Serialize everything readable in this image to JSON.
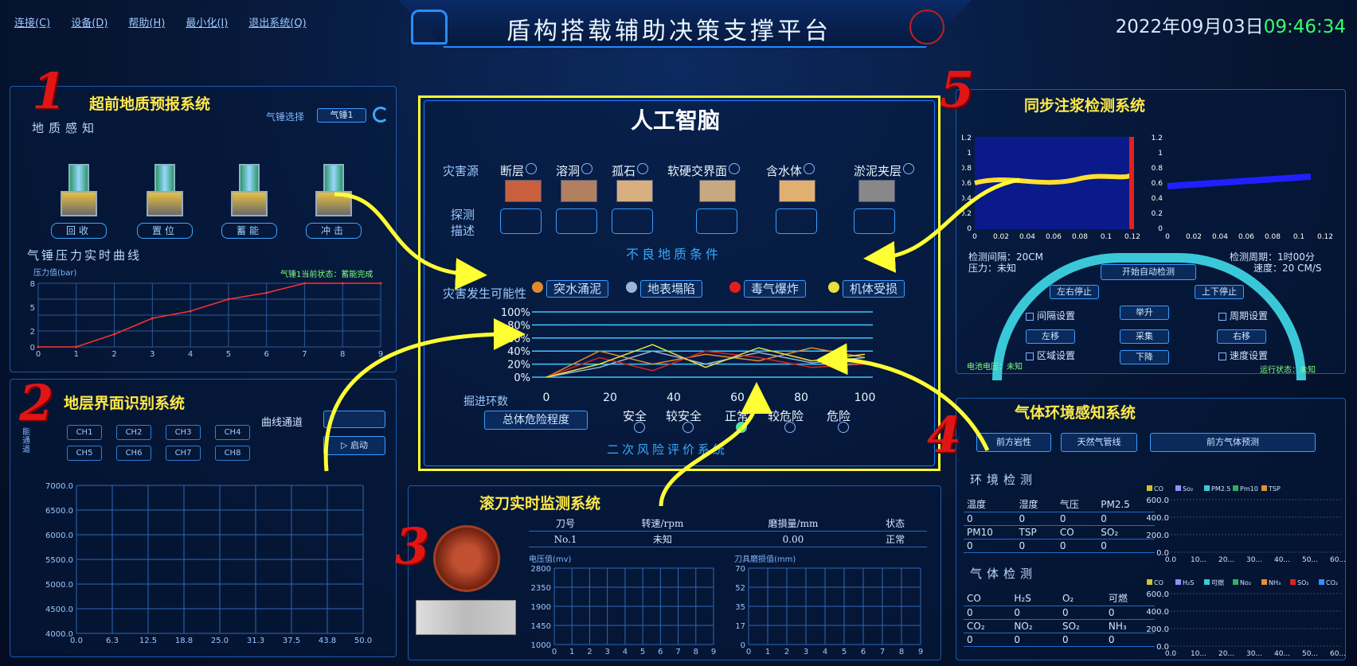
{
  "menu": [
    "连接(C)",
    "设备(D)",
    "帮助(H)",
    "最小化(I)",
    "退出系统(Q)"
  ],
  "title": "盾构搭载辅助决策支撑平台",
  "clock": {
    "date": "2022年09月03日",
    "time": "09:46:34"
  },
  "nums": [
    "1",
    "2",
    "3",
    "4",
    "5"
  ],
  "p1": {
    "title": "超前地质预报系统",
    "sub": "地质感知",
    "sel_label": "气锤选择",
    "sel_value": "气锤1",
    "hammers": [
      "回收",
      "置位",
      "蓄能",
      "冲击"
    ],
    "curve_title": "气锤压力实时曲线",
    "ylabel": "压力值(bar)",
    "status": "气锤1当前状态：蓄能完成"
  },
  "p2": {
    "title": "地层界面识别系统",
    "ch_label": "曲线通道",
    "start": "启动",
    "side": "能通道",
    "chs": [
      "CH1",
      "CH2",
      "CH3",
      "CH4",
      "CH5",
      "CH6",
      "CH7",
      "CH8"
    ]
  },
  "p3": {
    "title": "滚刀实时监测系统",
    "headers": [
      "刀号",
      "转速/rpm",
      "磨損量/mm",
      "状态"
    ],
    "row": [
      "No.1",
      "未知",
      "0.00",
      "正常"
    ],
    "lbl1": "电压值(mv)",
    "lbl2": "刀具磨损值(mm)"
  },
  "p4": {
    "title": "气体环境感知系统",
    "tabs": [
      "前方岩性",
      "天然气管线",
      "前方气体预测"
    ],
    "env": "环境检测",
    "gas": "气体检测",
    "t1h": [
      "温度",
      "湿度",
      "气压",
      "PM2.5"
    ],
    "t1v": [
      "0",
      "0",
      "0",
      "0"
    ],
    "t2h": [
      "PM10",
      "TSP",
      "CO",
      "SO₂"
    ],
    "t2v": [
      "0",
      "0",
      "0",
      "0"
    ],
    "t3h": [
      "CO",
      "H₂S",
      "O₂",
      "可燃"
    ],
    "t3v": [
      "0",
      "0",
      "0",
      "0"
    ],
    "t4h": [
      "CO₂",
      "NO₂",
      "SO₂",
      "NH₃"
    ],
    "t4v": [
      "0",
      "0",
      "0",
      "0"
    ],
    "leg1": [
      "CO",
      "So₂",
      "PM2.5",
      "Pm10",
      "TSP"
    ],
    "leg2": [
      "CO",
      "H₂S",
      "可燃",
      "No₂",
      "NH₃",
      "SO₂",
      "CO₂"
    ]
  },
  "p5": {
    "title": "同步注浆检测系统",
    "interval": "检测间隔：20CM",
    "pressure": "压力：未知",
    "period": "检测周期：1时00分",
    "speed": "速度：20 CM/S",
    "auto": "开始自动检测",
    "lr": "左右停止",
    "ud": "上下停止",
    "b_up": "举升",
    "b_left": "左移",
    "b_collect": "采集",
    "b_right": "右移",
    "b_down": "下降",
    "c1": "间隔设置",
    "c2": "周期设置",
    "c3": "区域设置",
    "c4": "速度设置",
    "voltage": "电池电压：未知",
    "run": "运行状态：未知"
  },
  "ai": {
    "title": "人工智脑",
    "src_label": "灾害源",
    "desc_label": "探测描述",
    "hazards": [
      "断层",
      "溶洞",
      "孤石",
      "软硬交界面",
      "含水体",
      "淤泥夹层"
    ],
    "cond": "不良地质条件",
    "poss": "灾害发生可能性",
    "legend": [
      "突水涌泥",
      "地表塌陷",
      "毒气爆炸",
      "机体受损"
    ],
    "xlabel": "掘进环数",
    "overall": "总体危险程度",
    "levels": [
      "安全",
      "较安全",
      "正常",
      "较危险",
      "危险"
    ],
    "eval": "二次风险评价系统",
    "yticks": [
      "100%",
      "80%",
      "60%",
      "40%",
      "20%",
      "0%"
    ],
    "xticks": [
      "0",
      "20",
      "40",
      "60",
      "80",
      "100"
    ]
  },
  "colors": {
    "yellow": "#ffff33",
    "red": "#e01515",
    "accent": "#1f8cff",
    "green": "#36ff6a"
  },
  "chart_data": [
    {
      "type": "line",
      "title": "气锤压力实时曲线",
      "ylabel": "压力值(bar)",
      "x": [
        0,
        1,
        2,
        3,
        4,
        5,
        6,
        7,
        8,
        9
      ],
      "values": [
        0,
        0,
        1.6,
        3.6,
        4.5,
        6,
        6.8,
        8,
        8,
        8
      ],
      "ylim": [
        0,
        8
      ],
      "yticks": [
        0,
        2,
        5,
        8
      ],
      "xticks": [
        0,
        1,
        2,
        3,
        4,
        5,
        6,
        7,
        8,
        9
      ]
    },
    {
      "type": "line",
      "yticks": [
        "7000.0",
        "6500.0",
        "6000.0",
        "5500.0",
        "5000.0",
        "4500.0",
        "4000.0"
      ],
      "xticks": [
        "0.0",
        "6.3",
        "12.5",
        "18.8",
        "25.0",
        "31.3",
        "37.5",
        "43.8",
        "50.0"
      ]
    },
    {
      "type": "line",
      "ylabel": "电压值(mv)",
      "yticks": [
        "2800",
        "2350",
        "1900",
        "1450",
        "1000"
      ],
      "xticks": [
        0,
        1,
        2,
        3,
        4,
        5,
        6,
        7,
        8,
        9
      ]
    },
    {
      "type": "line",
      "ylabel": "刀具磨损值(mm)",
      "yticks": [
        "70",
        "52",
        "35",
        "17",
        "0"
      ],
      "xticks": [
        0,
        1,
        2,
        3,
        4,
        5,
        6,
        7,
        8,
        9
      ]
    },
    {
      "type": "line",
      "title": "灾害发生可能性",
      "series": [
        {
          "name": "突水涌泥",
          "values": [
            0,
            40,
            20,
            35,
            25,
            45,
            30
          ]
        },
        {
          "name": "地表塌陷",
          "values": [
            0,
            15,
            40,
            20,
            38,
            22,
            30
          ]
        },
        {
          "name": "毒气爆炸",
          "values": [
            0,
            30,
            10,
            40,
            30,
            15,
            20
          ]
        },
        {
          "name": "机体受损",
          "values": [
            0,
            20,
            50,
            15,
            45,
            25,
            35
          ]
        }
      ]
    }
  ]
}
